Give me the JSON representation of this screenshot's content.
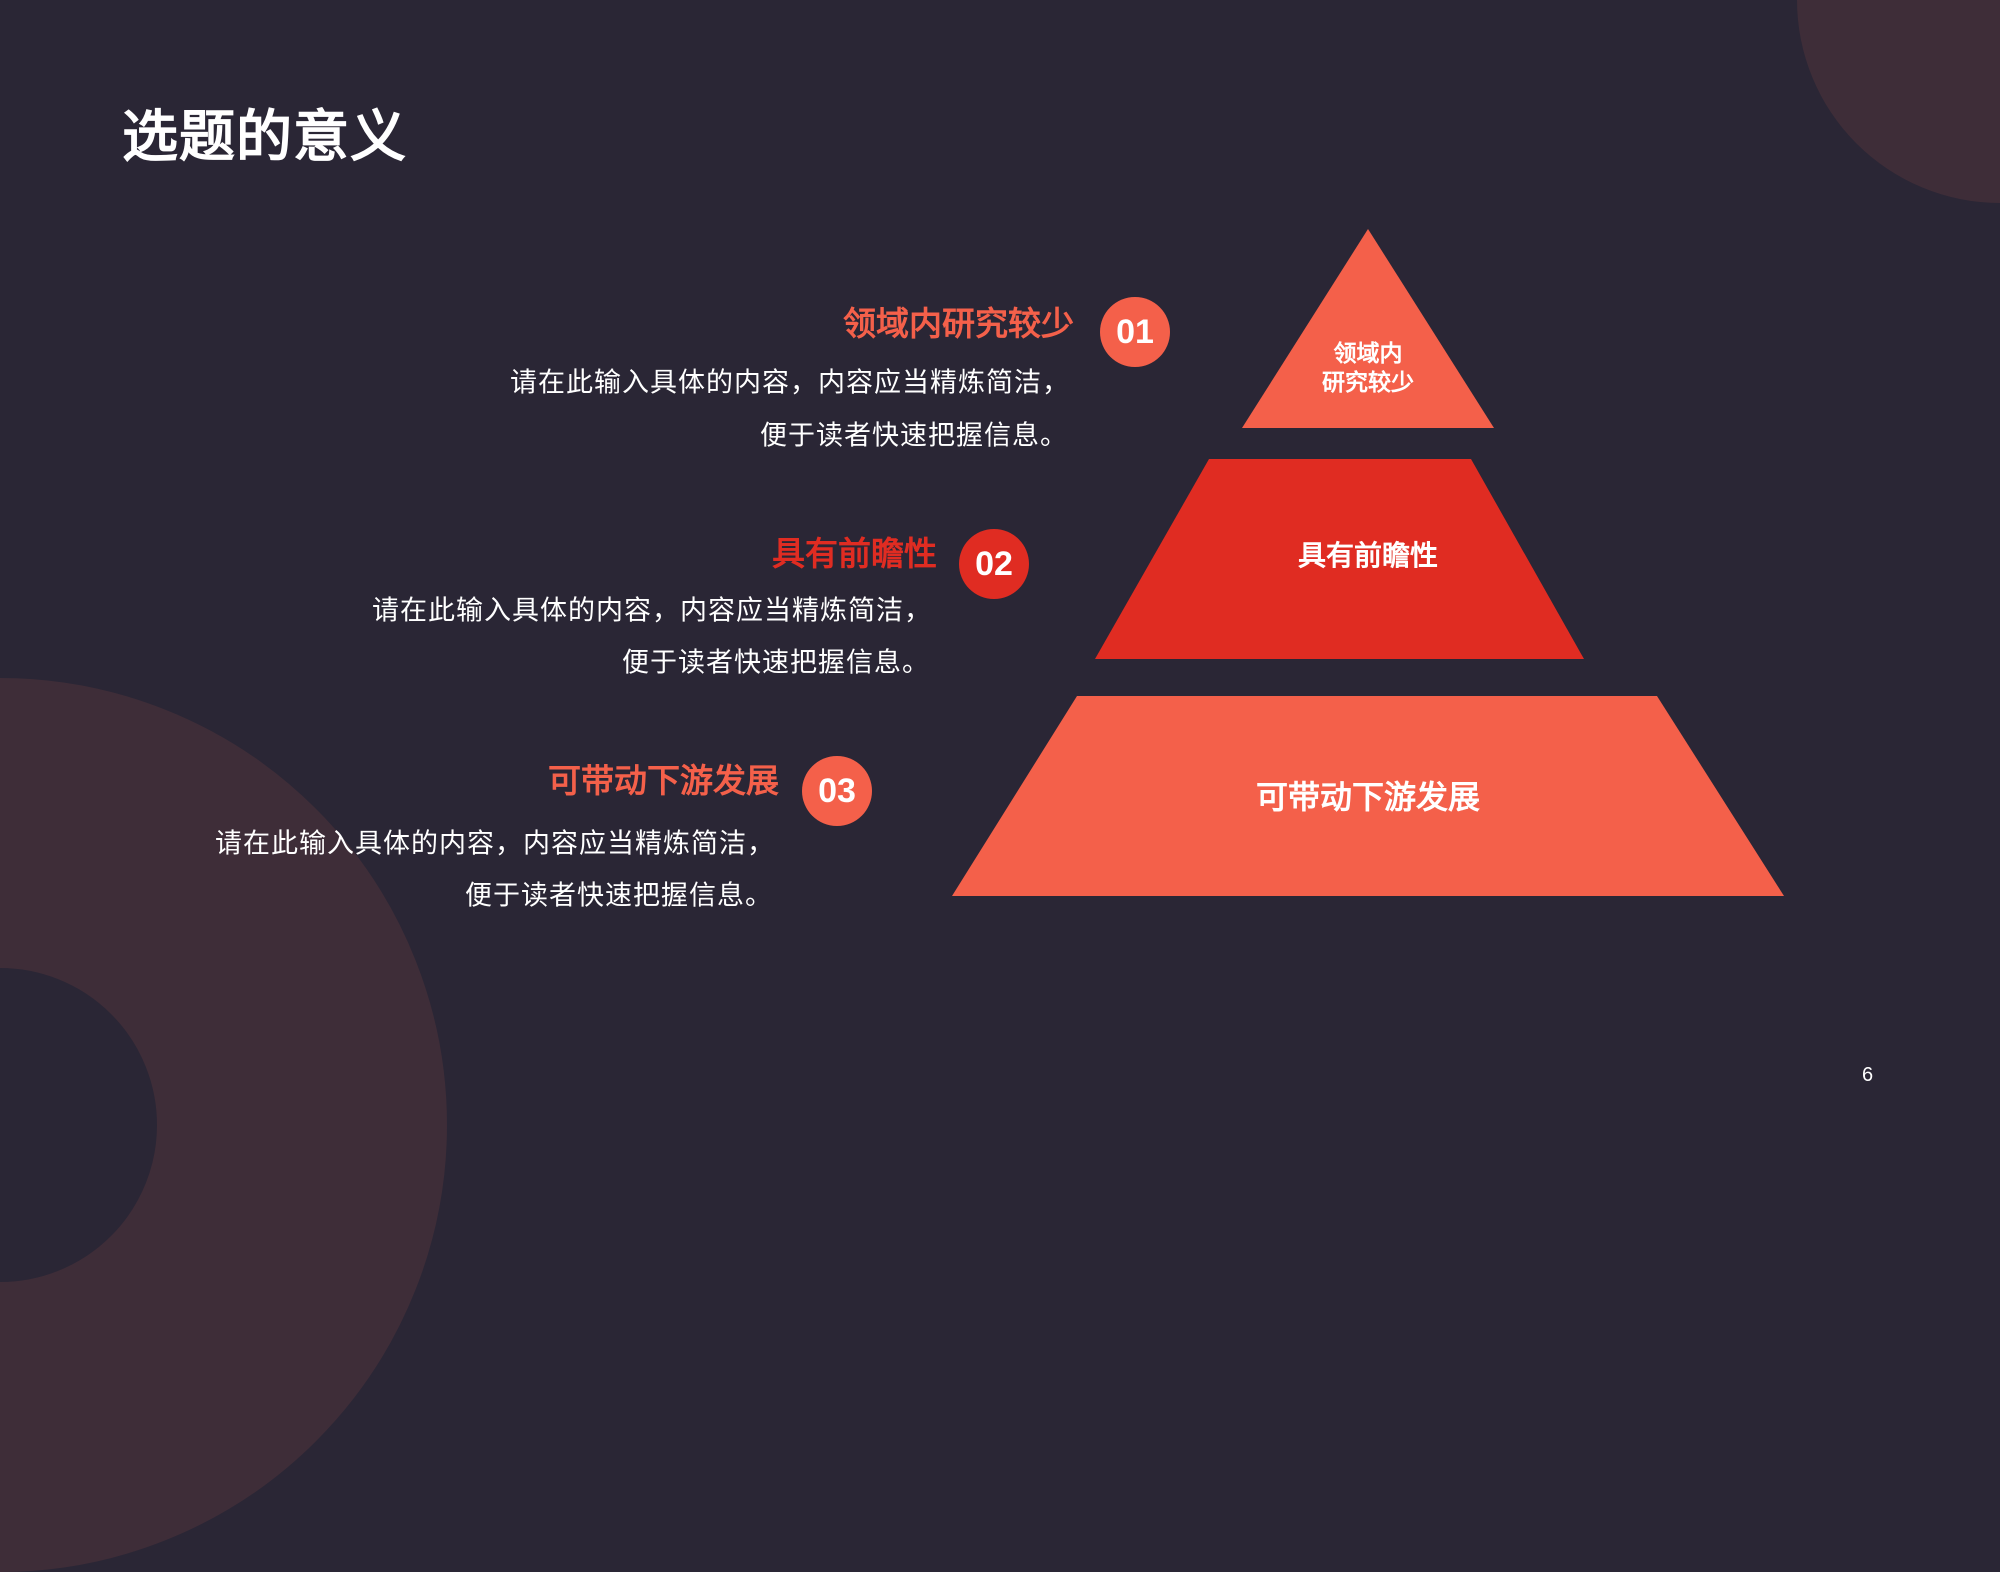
{
  "slide": {
    "title": "选题的意义",
    "page_number": "6"
  },
  "colors": {
    "background": "#2a2635",
    "decor": "#3e2d38",
    "salmon": "#f4604a",
    "red": "#e02c22",
    "text": "#ffffff"
  },
  "items": [
    {
      "number": "01",
      "heading": "领域内研究较少",
      "body_line1": "请在此输入具体的内容，内容应当精炼简洁，",
      "body_line2": "便于读者快速把握信息。",
      "color": "#f4604a"
    },
    {
      "number": "02",
      "heading": "具有前瞻性",
      "body_line1": "请在此输入具体的内容，内容应当精炼简洁，",
      "body_line2": "便于读者快速把握信息。",
      "color": "#e02c22"
    },
    {
      "number": "03",
      "heading": "可带动下游发展",
      "body_line1": "请在此输入具体的内容，内容应当精炼简洁，",
      "body_line2": "便于读者快速把握信息。",
      "color": "#f4604a"
    }
  ],
  "pyramid": {
    "top_line1": "领域内",
    "top_line2": "研究较少",
    "middle": "具有前瞻性",
    "bottom": "可带动下游发展"
  }
}
